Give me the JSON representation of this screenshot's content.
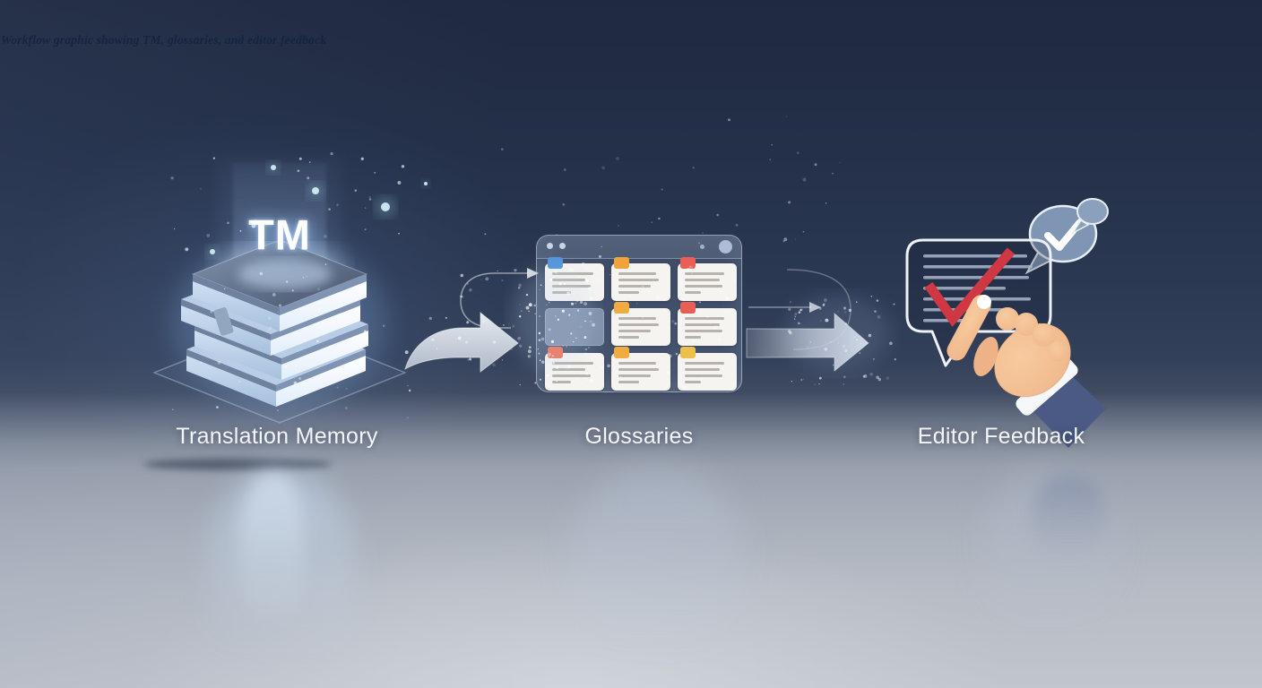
{
  "caption": "Workflow graphic showing TM, glossaries, and editor feedback",
  "nodes": {
    "tm": {
      "badge": "TM",
      "label": "Translation Memory",
      "icon": "book-stack-icon"
    },
    "glossaries": {
      "label": "Glossaries",
      "icon": "grid-window-icon",
      "cells": [
        {
          "tab": "blue"
        },
        {
          "tab": "orange"
        },
        {
          "tab": "red"
        },
        {
          "frosted": true
        },
        {
          "tab": "amber"
        },
        {
          "tab": "red"
        },
        {
          "tab": "coral"
        },
        {
          "tab": "amber"
        },
        {
          "tab": "yellow"
        }
      ]
    },
    "feedback": {
      "label": "Editor Feedback",
      "icon": "speech-bubble-check-icon"
    }
  },
  "colors": {
    "blue": "#4f93d8",
    "orange": "#f2a23c",
    "red": "#e95f55",
    "coral": "#ee7150",
    "amber": "#f2ab3f",
    "yellow": "#edbf4b",
    "check_red": "#cf3743",
    "bubble_blue": "#7e95b4",
    "arrow_silver": "#c9d1dd",
    "glow_cyan": "#9fd8e8"
  }
}
